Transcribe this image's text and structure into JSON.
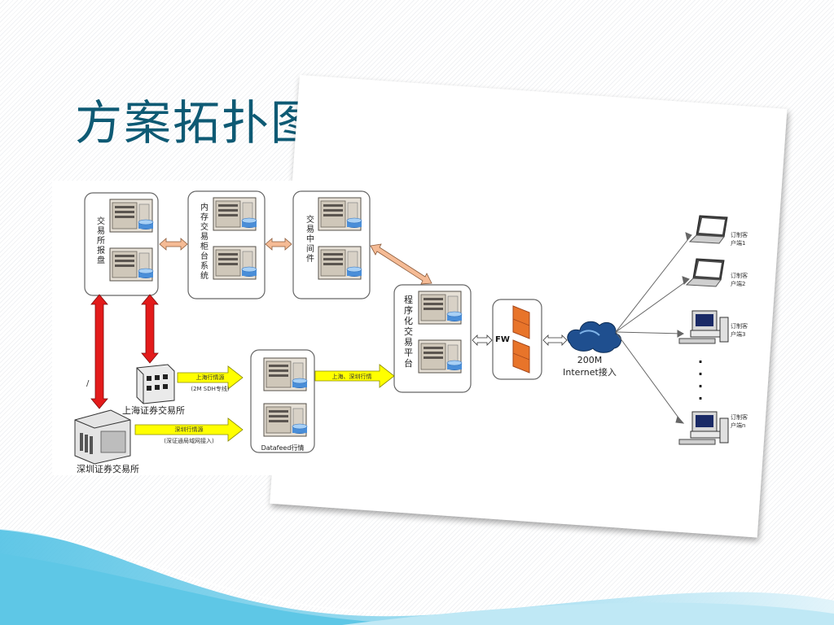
{
  "slide": {
    "title": "方案拓扑图"
  },
  "diagram": {
    "colors": {
      "box_border": "#666666",
      "orange_arrow": "#f5bb95",
      "red_arrow": "#e31b1b",
      "yellow_arrow": "#ffff00",
      "title": "#0e5a74",
      "wave": "#5ec7e6"
    },
    "nodes": {
      "exchange_report": "交易所报盘",
      "memory_counter": "内存交易柜台系统",
      "middleware": "交易中间件",
      "program_trading": "程序化交易平台",
      "datafeed": "Datafeed行情",
      "sse": "上海证券交易所",
      "szse": "深圳证券交易所",
      "fw": "FW",
      "internet": "200M",
      "internet_sub": "Internet接入"
    },
    "links": {
      "sh_feed": "上海行情源",
      "sh_line": "(2M SDH专线)",
      "sz_feed": "深圳行情源",
      "sz_line": "(深证通局域网接入)",
      "sh_sz_feed": "上海、深圳行情",
      "slash": "/"
    },
    "clients": [
      {
        "line1": "订制客",
        "line2": "户端1"
      },
      {
        "line1": "订制客",
        "line2": "户端2"
      },
      {
        "line1": "订制客",
        "line2": "户端3"
      },
      {
        "line1": "订制客",
        "line2": "户端n"
      }
    ],
    "dots": "·"
  }
}
